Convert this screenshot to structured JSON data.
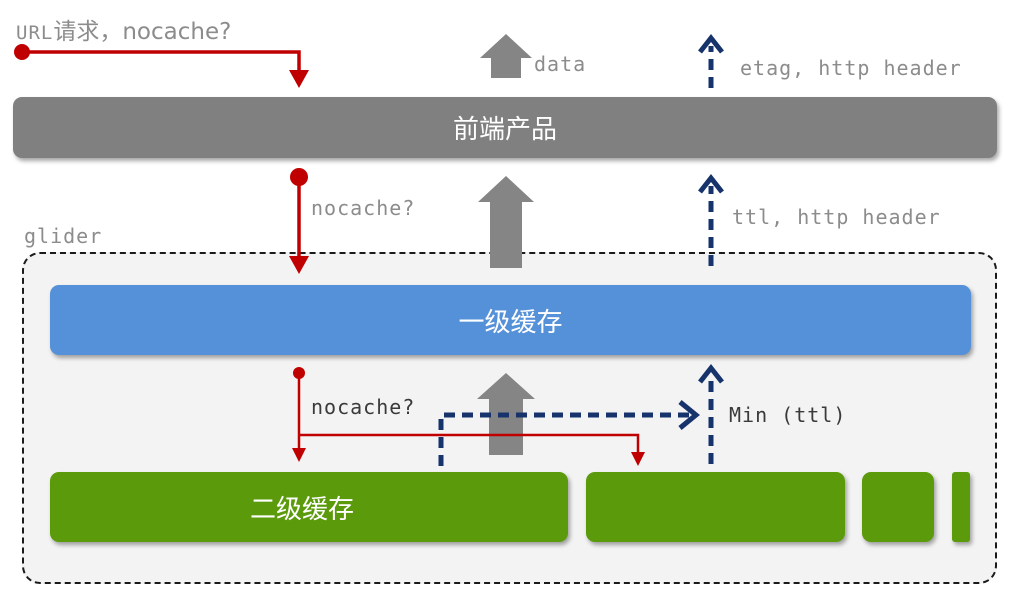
{
  "request_label": {
    "prefix": "URL",
    "rest": "请求，nocache?"
  },
  "data_label": "data",
  "etag_label": "etag, http header",
  "frontend_box": {
    "label": "前端产品",
    "color": "#808080"
  },
  "nocache_label_1": "nocache?",
  "ttl_label": "ttl, http header",
  "glider_label": "glider",
  "l1_cache_box": {
    "label": "一级缓存",
    "color": "#5591d8"
  },
  "nocache_label_2": "nocache?",
  "min_ttl_label": "Min (ttl)",
  "l2_cache_box": {
    "label": "二级缓存",
    "color": "#5b9a0a"
  },
  "colors": {
    "request_arrow": "#c00000",
    "response_arrow": "#16336b",
    "data_arrow": "#858585"
  }
}
